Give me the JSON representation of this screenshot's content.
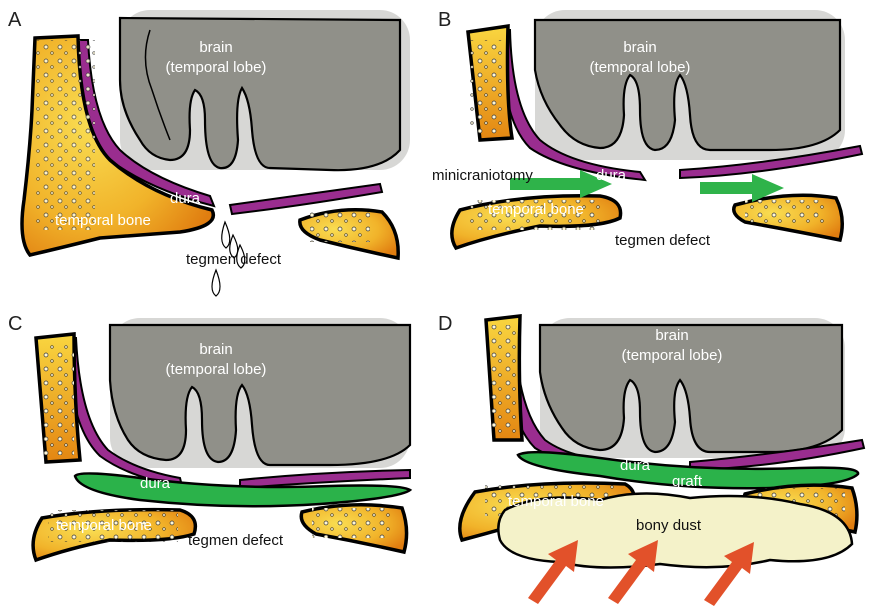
{
  "panels": {
    "a": {
      "letter": "A",
      "brain_label_1": "brain",
      "brain_label_2": "(temporal lobe)",
      "dura_label": "dura",
      "bone_label": "temporal bone",
      "defect_label": "tegmen defect"
    },
    "b": {
      "letter": "B",
      "brain_label_1": "brain",
      "brain_label_2": "(temporal lobe)",
      "approach_label": "minicraniotomy",
      "dura_label": "dura",
      "bone_label": "temporal bone",
      "defect_label": "tegmen defect"
    },
    "c": {
      "letter": "C",
      "brain_label_1": "brain",
      "brain_label_2": "(temporal lobe)",
      "dura_label": "dura",
      "bone_label": "temporal bone",
      "defect_label": "tegmen defect"
    },
    "d": {
      "letter": "D",
      "brain_label_1": "brain",
      "brain_label_2": "(temporal lobe)",
      "dura_label": "dura",
      "graft_label": "graft",
      "bone_label": "temporal bone",
      "dust_label": "bony dust"
    }
  },
  "colors": {
    "brain": "#909089",
    "bone_light": "#f7cf3a",
    "bone_dark": "#e58a12",
    "dura": "#9a2d8f",
    "graft": "#2bb24a",
    "dust": "#f4f2c9",
    "arrow_green": "#2fb34a",
    "arrow_red": "#e2512a"
  }
}
